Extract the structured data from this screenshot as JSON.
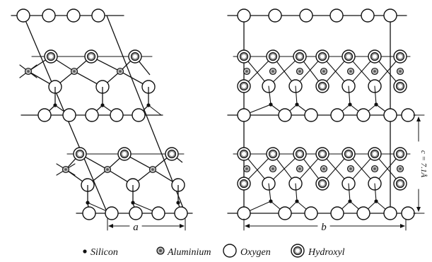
{
  "dimensions": {
    "a": "a",
    "b": "b",
    "side": "c = 7.1Å"
  },
  "legend": [
    {
      "symbol": "silicon",
      "label": "Silicon"
    },
    {
      "symbol": "aluminium",
      "label": "Aluminium"
    },
    {
      "symbol": "oxygen",
      "label": "Oxygen"
    },
    {
      "symbol": "hydroxyl",
      "label": "Hydroxyl"
    }
  ]
}
